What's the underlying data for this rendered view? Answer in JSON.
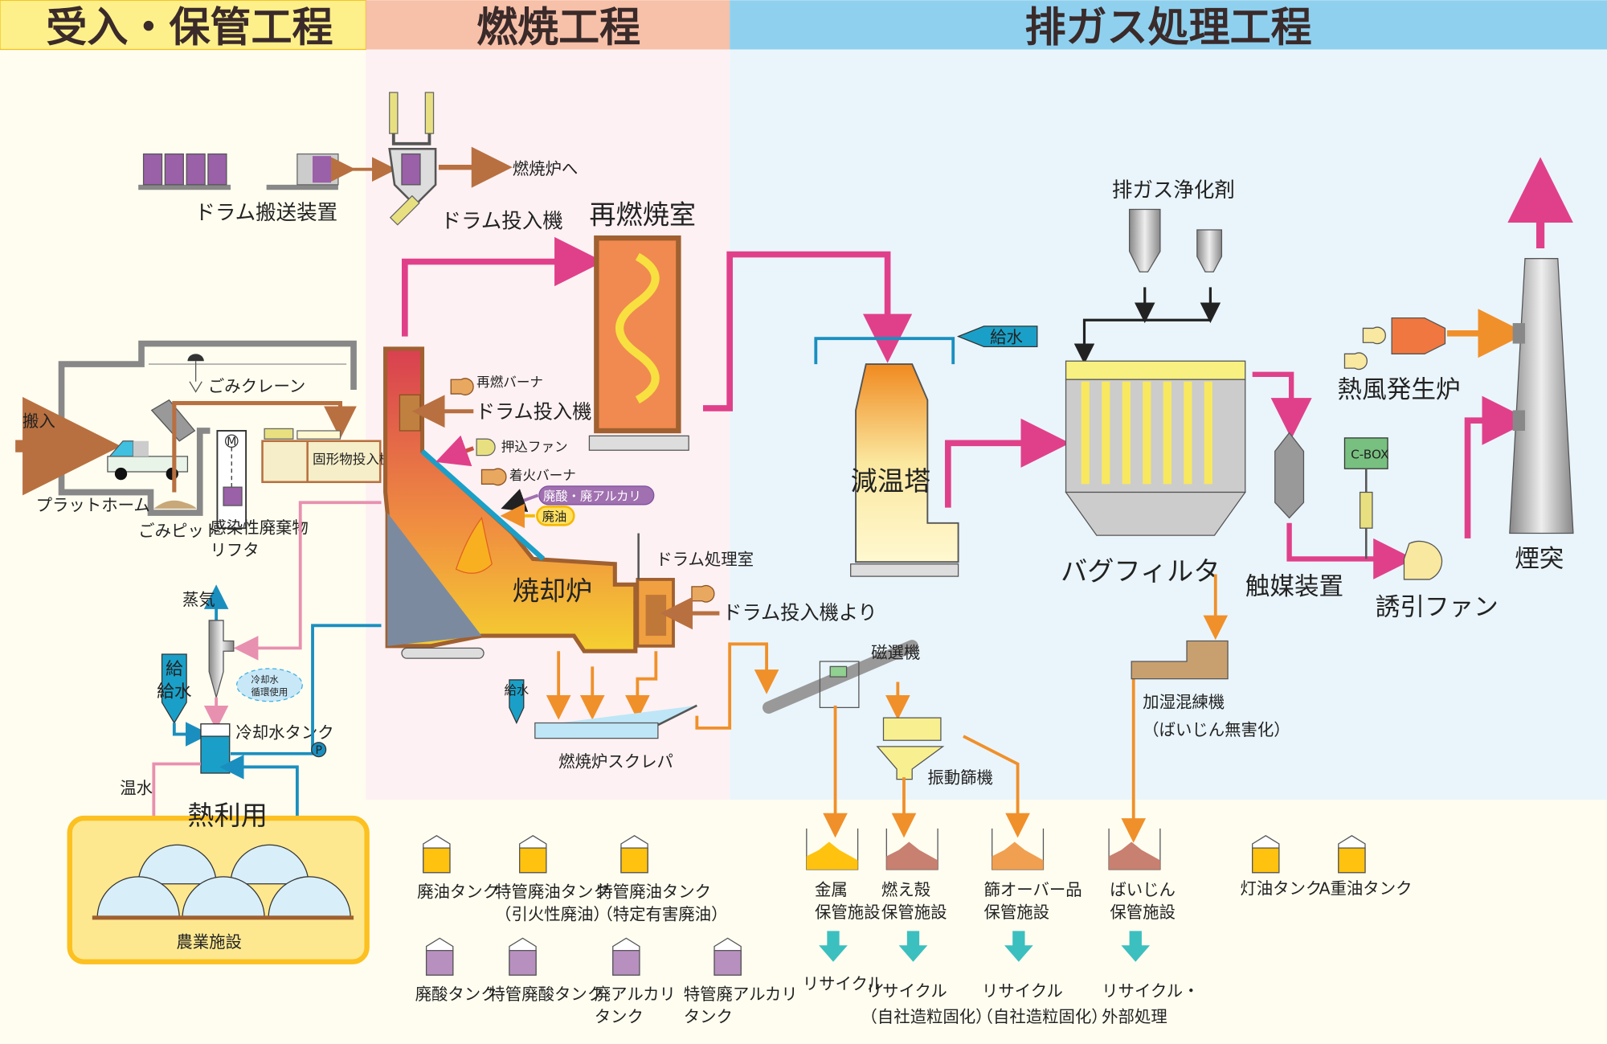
{
  "header": {
    "section_receiving": "受入・保管工程",
    "section_combustion": "燃焼工程",
    "section_exhaust": "排ガス処理工程"
  },
  "colors": {
    "flue_gas": "#e0408a",
    "water": "#1a8fbf",
    "residue": "#f0902a",
    "waste_feed": "#b87040",
    "hot_water": "#e890b0",
    "recycle": "#3cbfbf"
  },
  "receiving": {
    "drum_conveyor": "ドラム搬送装置",
    "to_furnace": "燃焼炉へ",
    "drum_feeder": "ドラム投入機",
    "crane": "ごみクレーン",
    "carry_in": "搬入",
    "solid_feeder": "固形物投入機",
    "platform": "プラットホーム",
    "pit": "ごみピット",
    "infectious_lifter_1": "感染性廃棄物",
    "infectious_lifter_2": "リフタ",
    "motor": "M"
  },
  "heat": {
    "steam": "蒸気",
    "feed_water": "給水",
    "cooling_loop_1": "冷却水",
    "cooling_loop_2": "循環使用",
    "cooling_tank": "冷却水タンク",
    "pump": "P",
    "hot_water": "温水",
    "heat_use": "熱利用",
    "agriculture": "農業施設"
  },
  "combustion": {
    "afterburner_chamber": "再燃焼室",
    "reburn_burner": "再燃バーナ",
    "from_drum_feeder_1": "ドラム投入機より",
    "forced_fan": "押込ファン",
    "ignition_burner": "着火バーナ",
    "acid_alkali": "廃酸・廃アルカリ",
    "waste_oil": "廃油",
    "incinerator": "焼却炉",
    "drum_room": "ドラム処理室",
    "from_drum_feeder_2": "ドラム投入機より",
    "feed_water": "給水",
    "scraper": "燃焼炉スクレパ"
  },
  "exhaust": {
    "purifier": "排ガス浄化剤",
    "feed_water": "給水",
    "cooling_tower": "減温塔",
    "bag_filter": "バグフィルタ",
    "catalyst": "触媒装置",
    "cbox": "C-BOX",
    "induced_fan": "誘引ファン",
    "hot_air_generator": "熱風発生炉",
    "stack": "煙突",
    "magnet_separator": "磁選機",
    "vibrating_screen": "振動篩機",
    "kneader_1": "加湿混練機",
    "kneader_2": "（ばいじん無害化）"
  },
  "tanks": [
    {
      "l1": "廃油タンク",
      "l2": "",
      "color": "#ffc20e"
    },
    {
      "l1": "特管廃油タンク",
      "l2": "（引火性廃油）",
      "color": "#ffc20e"
    },
    {
      "l1": "特管廃油タンク",
      "l2": "（特定有害廃油）",
      "color": "#ffc20e"
    },
    {
      "l1": "廃酸タンク",
      "l2": "",
      "color": "#b890c0"
    },
    {
      "l1": "特管廃酸タンク",
      "l2": "",
      "color": "#b890c0"
    },
    {
      "l1": "廃アルカリ",
      "l2": "タンク",
      "color": "#b890c0"
    },
    {
      "l1": "特管廃アルカリ",
      "l2": "タンク",
      "color": "#b890c0"
    },
    {
      "l1": "灯油タンク",
      "l2": "",
      "color": "#ffc20e"
    },
    {
      "l1": "A重油タンク",
      "l2": "",
      "color": "#ffc20e"
    }
  ],
  "storage": [
    {
      "l1": "金属",
      "l2": "保管施設",
      "r1": "リサイクル",
      "r2": "",
      "color": "#ffc20e"
    },
    {
      "l1": "燃え殻",
      "l2": "保管施設",
      "r1": "リサイクル",
      "r2": "（自社造粒固化）",
      "color": "#c88070"
    },
    {
      "l1": "篩オーバー品",
      "l2": "保管施設",
      "r1": "リサイクル",
      "r2": "（自社造粒固化）",
      "color": "#f0a050"
    },
    {
      "l1": "ばいじん",
      "l2": "保管施設",
      "r1": "リサイクル・",
      "r2": "外部処理",
      "color": "#c88070"
    }
  ]
}
